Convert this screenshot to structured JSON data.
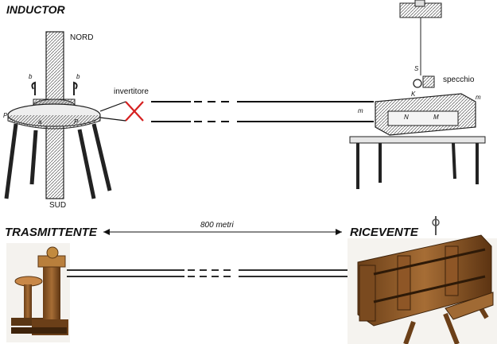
{
  "title": "INDUCTOR",
  "labels": {
    "nord": "NORD",
    "sud": "SUD",
    "invertitore": "invertitore",
    "specchio": "specchio",
    "trasmittente": "TRASMITTENTE",
    "ricevente": "RICEVENTE",
    "distance": "800 metri"
  },
  "engraving_letters": {
    "b1": "b",
    "b2": "b",
    "a": "a",
    "p1": "P",
    "p2": "P",
    "m1": "m",
    "m2": "m",
    "s": "S",
    "k": "K",
    "n1": "N",
    "n2": "M"
  },
  "colors": {
    "invertitore_cross": "#d62020",
    "wire": "#111111",
    "wood": "#8a5a2b",
    "wood_dark": "#5a3614",
    "engraving": "#333333"
  }
}
